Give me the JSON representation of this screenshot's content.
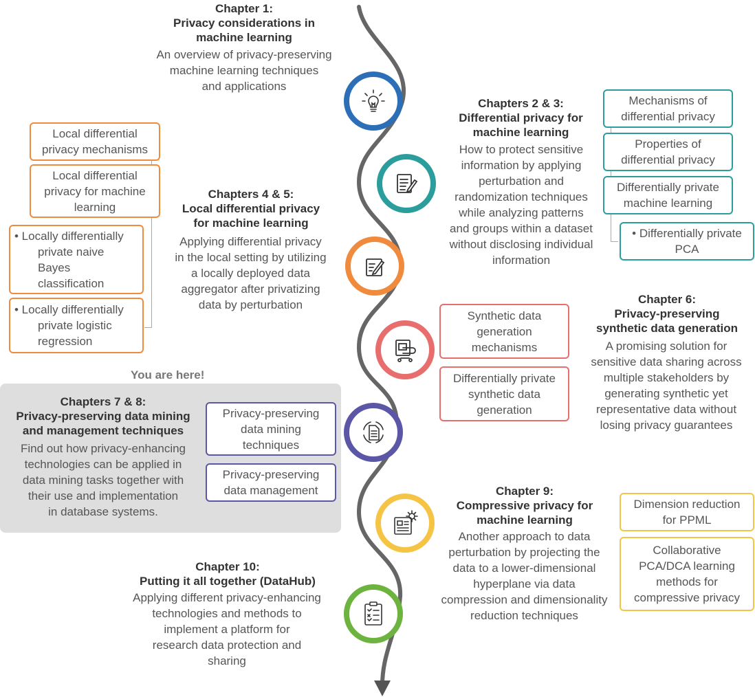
{
  "chapters": {
    "ch1": {
      "title": "Chapter 1:",
      "subtitle_l1": "Privacy considerations in",
      "subtitle_l2": "machine learning",
      "desc_l1": "An overview of privacy-preserving",
      "desc_l2": "machine learning techniques",
      "desc_l3": "and applications",
      "color": "#2d6fb7",
      "icon": "lightbulb-icon"
    },
    "ch23": {
      "title": "Chapters 2 & 3:",
      "subtitle_l1": "Differential privacy for",
      "subtitle_l2": "machine learning",
      "desc_l1": "How to protect sensitive",
      "desc_l2": "information by applying",
      "desc_l3": "perturbation and",
      "desc_l4": "randomization techniques",
      "desc_l5": "while analyzing patterns",
      "desc_l6": "and groups within a dataset",
      "desc_l7": "without disclosing individual",
      "desc_l8": "information",
      "color": "#2a9d9c",
      "icon": "document-pen-icon",
      "boxes": [
        {
          "l1": "Mechanisms of",
          "l2": "differential privacy"
        },
        {
          "l1": "Properties of",
          "l2": "differential privacy"
        },
        {
          "l1": "Differentially private",
          "l2": "machine learning"
        },
        {
          "l1": "• Differentially private",
          "l2": "PCA"
        }
      ]
    },
    "ch45": {
      "title": "Chapters 4 & 5:",
      "subtitle_l1": "Local differential privacy",
      "subtitle_l2": "for machine learning",
      "desc_l1": "Applying differential privacy",
      "desc_l2": "in the local setting by utilizing",
      "desc_l3": "a locally deployed data",
      "desc_l4": "aggregator after privatizing",
      "desc_l5": "data by perturbation",
      "color": "#f08a3c",
      "icon": "edit-document-icon",
      "boxes": [
        {
          "l1": "Local differential",
          "l2": "privacy mechanisms"
        },
        {
          "l1": "Local differential",
          "l2": "privacy for machine",
          "l3": "learning"
        },
        {
          "l1": "• Locally differentially",
          "l2": "private naive",
          "l3": "Bayes",
          "l4": "classification"
        },
        {
          "l1": "• Locally differentially",
          "l2": "private logistic",
          "l3": "regression"
        }
      ]
    },
    "ch6": {
      "title": "Chapter 6:",
      "subtitle_l1": "Privacy-preserving",
      "subtitle_l2": "synthetic data generation",
      "desc_l1": "A promising solution for",
      "desc_l2": "sensitive data sharing across",
      "desc_l3": "multiple stakeholders by",
      "desc_l4": "generating synthetic yet",
      "desc_l5": "representative data without",
      "desc_l6": "losing privacy guarantees",
      "color": "#e86e6e",
      "icon": "document-clip-icon",
      "boxes": [
        {
          "l1": "Synthetic data",
          "l2": "generation",
          "l3": "mechanisms"
        },
        {
          "l1": "Differentially private",
          "l2": "synthetic data",
          "l3": "generation"
        }
      ]
    },
    "ch78": {
      "you_are_here": "You are here!",
      "title": "Chapters 7 & 8:",
      "subtitle_l1": "Privacy-preserving data mining",
      "subtitle_l2": "and management techniques",
      "desc_l1": "Find out how privacy-enhancing",
      "desc_l2": "technologies can be applied in",
      "desc_l3": "data mining tasks together with",
      "desc_l4": "their use and implementation",
      "desc_l5": "in database systems.",
      "color": "#5b57a6",
      "icon": "document-cycle-icon",
      "boxes": [
        {
          "l1": "Privacy-preserving",
          "l2": "data mining",
          "l3": "techniques"
        },
        {
          "l1": "Privacy-preserving",
          "l2": "data management"
        }
      ]
    },
    "ch9": {
      "title": "Chapter 9:",
      "subtitle_l1": "Compressive privacy for",
      "subtitle_l2": "machine learning",
      "desc_l1": "Another approach to data",
      "desc_l2": "perturbation by projecting the",
      "desc_l3": "data to a lower-dimensional",
      "desc_l4": "hyperplane via data",
      "desc_l5": "compression and dimensionality",
      "desc_l6": "reduction techniques",
      "color": "#f6c444",
      "icon": "report-gear-icon",
      "boxes": [
        {
          "l1": "Dimension reduction",
          "l2": "for PPML"
        },
        {
          "l1": "Collaborative",
          "l2": "PCA/DCA learning",
          "l3": "methods for",
          "l4": "compressive privacy"
        }
      ]
    },
    "ch10": {
      "title": "Chapter 10:",
      "subtitle_l1": "Putting it all together (DataHub)",
      "desc_l1": "Applying different privacy-enhancing",
      "desc_l2": "technologies and methods to",
      "desc_l3": "implement a platform for",
      "desc_l4": "research data protection and",
      "desc_l5": "sharing",
      "color": "#6db33f",
      "icon": "clipboard-checklist-icon"
    }
  }
}
